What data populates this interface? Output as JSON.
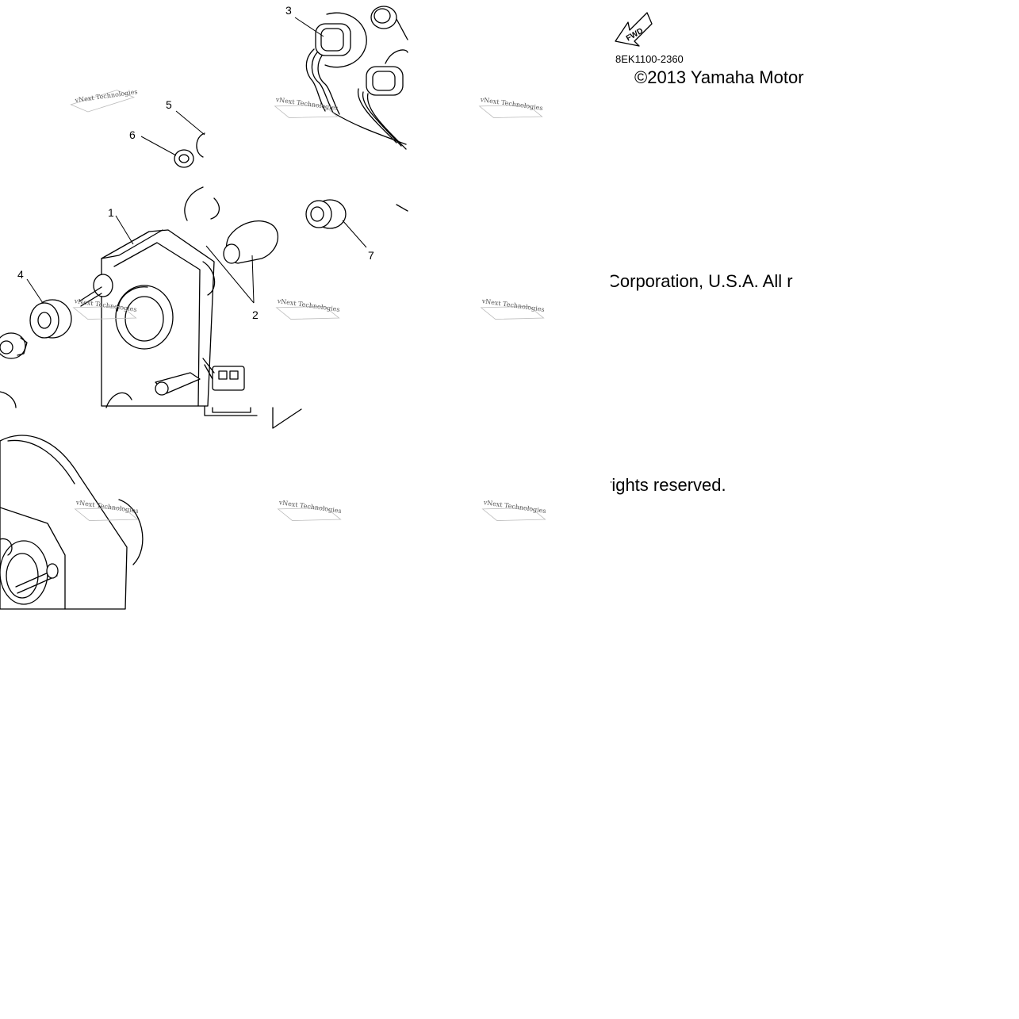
{
  "diagram": {
    "part_code": "8EK1100-2360",
    "fwd_label": "FWD",
    "copyright_line1": "©2013 Yamaha Motor",
    "copyright_line2": "Corporation, U.S.A. All r",
    "copyright_line3": "rights reserved.",
    "watermark_text": "vNext Technologies",
    "callouts": [
      "1",
      "2",
      "3",
      "4",
      "5",
      "6",
      "7"
    ]
  }
}
